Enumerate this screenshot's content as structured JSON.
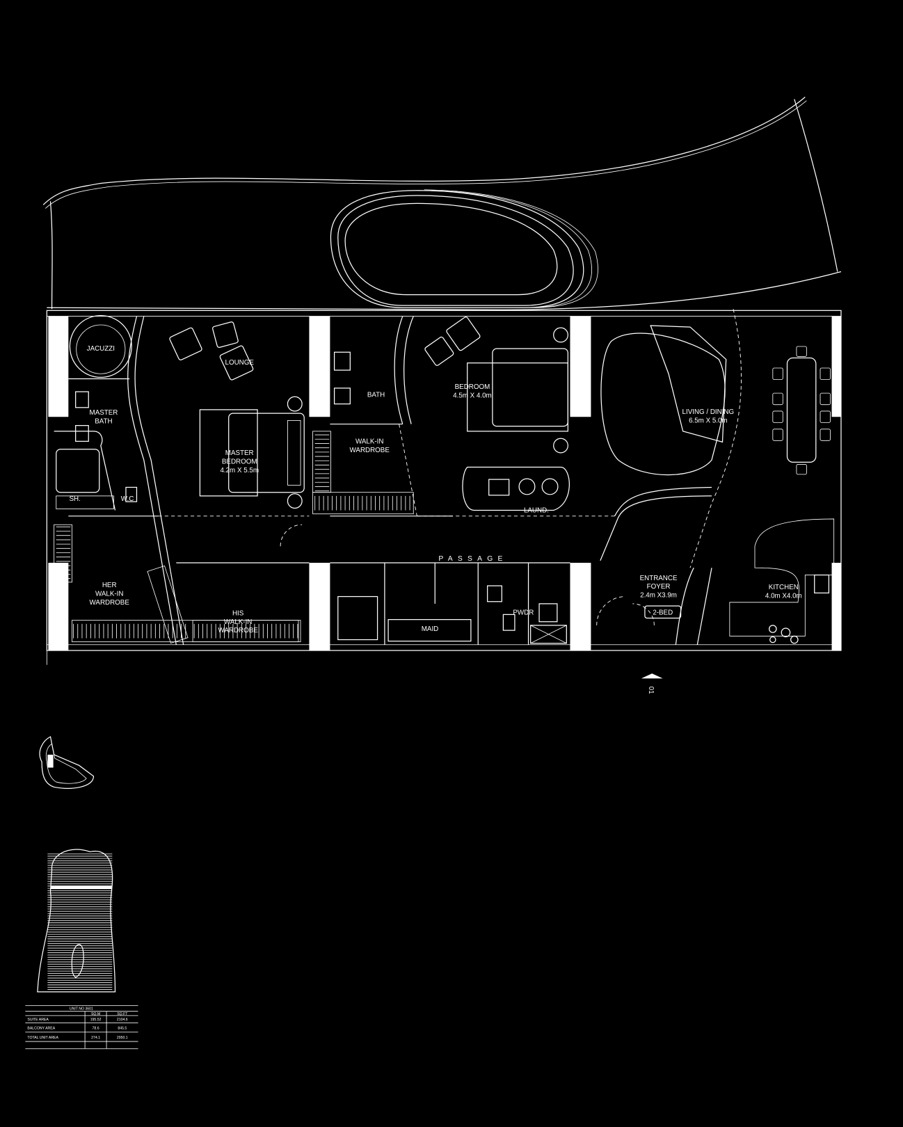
{
  "rooms": {
    "jacuzzi": "JACUZZI",
    "lounge": "LOUNGE",
    "master_bath": [
      "MASTER",
      "BATH"
    ],
    "master_bedroom": [
      "MASTER",
      "BEDROOM",
      "4.2m X 5.5m"
    ],
    "bath": "BATH",
    "bedroom": [
      "BEDROOM",
      "4.5m X 4.0m"
    ],
    "walk_in_wardrobe": [
      "WALK-IN",
      "WARDROBE"
    ],
    "shower": "SH.",
    "wc": "W.C",
    "laundry": "LAUND.",
    "living_dining": [
      "LIVING / DINING",
      "6.5m X 5.0m"
    ],
    "passage": "PASSAGE",
    "her_wardrobe": [
      "HER",
      "WALK-IN",
      "WARDROBE"
    ],
    "his_wardrobe": [
      "HIS",
      "WALK-IN",
      "WARDROBE"
    ],
    "maid": "MAID",
    "powder": "PWDR",
    "entrance_foyer": [
      "ENTRANCE",
      "FOYER",
      "2.4m X3.9m"
    ],
    "kitchen": [
      "KITCHEN",
      "4.0m X4.0m"
    ]
  },
  "unit_tag": "2-BED",
  "entry_marker": "01",
  "area_table": {
    "title": "UNIT NO 3601",
    "columns": [
      "SQ.M",
      "SQ.FT"
    ],
    "rows": [
      {
        "label": "SUITE AREA",
        "sqm": "195.52",
        "sqft": "2104.6"
      },
      {
        "label": "BALCONY AREA",
        "sqm": "78.6",
        "sqft": "845.5"
      },
      {
        "label": "TOTAL UNIT AREA",
        "sqm": "274.1",
        "sqft": "2950.1"
      }
    ]
  }
}
